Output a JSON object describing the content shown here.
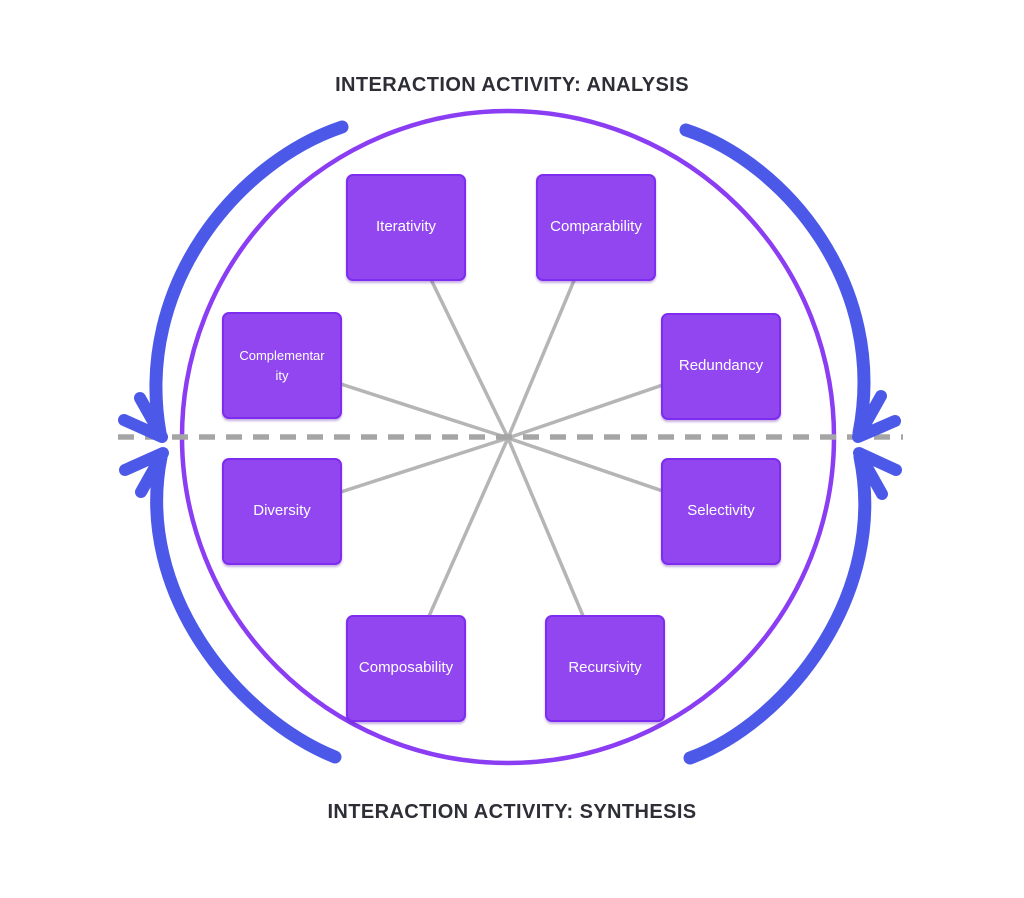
{
  "titles": {
    "analysis": "INTERACTION ACTIVITY: ANALYSIS",
    "synthesis": "INTERACTION ACTIVITY: SYNTHESIS"
  },
  "nodes": {
    "iterativity": {
      "label": "Iterativity"
    },
    "comparability": {
      "label": "Comparability"
    },
    "complementarity": {
      "label": "Complementarity"
    },
    "redundancy": {
      "label": "Redundancy"
    },
    "diversity": {
      "label": "Diversity"
    },
    "selectivity": {
      "label": "Selectivity"
    },
    "composability": {
      "label": "Composability"
    },
    "recursivity": {
      "label": "Recursivity"
    }
  },
  "colors": {
    "background": "#ffffff",
    "title-text": "#2e2e36",
    "node-fill": "#9146f0",
    "node-border": "#7d2cf0",
    "node-text": "#ffffff",
    "circle": "#8a3df2",
    "arrow-blue": "#4c59e8",
    "line-gray": "#b5b5b5",
    "dash-gray": "#a5a5a5"
  }
}
